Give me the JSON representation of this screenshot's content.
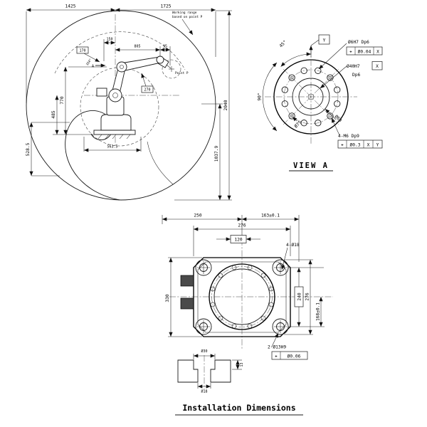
{
  "drawing": {
    "working_range": {
      "note1": "Working range",
      "note2": "based on point P",
      "d1425": "1425",
      "d1725": "1725",
      "d2040": "2040",
      "d1037": "1037.9",
      "d770": "770",
      "d485": "485",
      "d528": "528.5",
      "d563": "563.5",
      "d150": "150",
      "d805": "805",
      "d95": "95",
      "box1": "170",
      "box2": "270",
      "angle1": "164°",
      "point_p": "Point P",
      "view_arrow": "A"
    },
    "view_a": {
      "title": "VIEW A",
      "angle45": "45°",
      "angle90": "90°",
      "datum_y": "Y",
      "datum_x": "X",
      "hole_note": "Ø6H7 Dp6",
      "tol1_sym": "⌖",
      "tol1_val": "Ø0.04",
      "tol1_datum": "X",
      "bore_dia": "Ø40H7",
      "bore_depth": "Dp6",
      "dia63": "Ø63",
      "dia75": "Ø75",
      "tap_note": "4-M6 Dp9",
      "tol2_sym": "⌖",
      "tol2_val": "Ø0.3",
      "tol2_datum1": "X",
      "tol2_datum2": "Y"
    },
    "installation": {
      "title": "Installation Dimensions",
      "d250": "250",
      "d163": "163±0.1",
      "d276_top": "276",
      "d120": "120",
      "corner_holes": "4-Ø18",
      "d330": "330",
      "d240": "240",
      "d276_right": "276",
      "d168": "168±0.1",
      "dowel_note": "2-Ø13H9",
      "tol_sym": "⌖",
      "tol_val": "Ø0.06",
      "detail_d30": "Ø30",
      "detail_d13": "13",
      "detail_d18": "Ø18"
    }
  }
}
